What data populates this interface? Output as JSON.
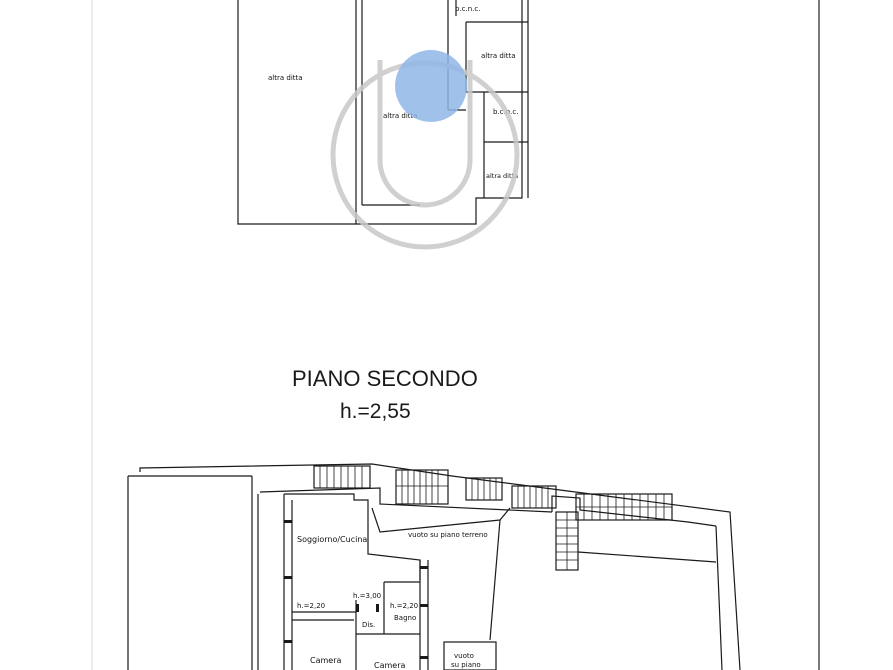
{
  "floor_title": "PIANO SECONDO",
  "floor_height": "h.=2,55",
  "upper_plan": {
    "labels": {
      "left_unit": "altra ditta",
      "center_unit": "altra ditta",
      "right_top_unit": "altra ditta",
      "right_bottom_unit": "altra ditta",
      "bcnc_top": "b.c.n.c.",
      "bcnc_mid": "b.c.n.c."
    }
  },
  "lower_plan": {
    "labels": {
      "void_ground": "vuoto su piano terreno",
      "living_kitchen": "Soggiorno/Cucina",
      "height_room1": "h.=2,20",
      "height_hall": "h.=3,00",
      "height_bath": "h.=2,20",
      "hall": "Dis.",
      "bathroom": "Bagno",
      "bedroom1": "Camera",
      "bedroom2": "Camera",
      "void_floor_1": "vuoto",
      "void_floor_2": "su piano"
    }
  },
  "colors": {
    "ink": "#1a1a1a",
    "watermark": "#c8c8c8",
    "marker": "#8fb6e6"
  }
}
